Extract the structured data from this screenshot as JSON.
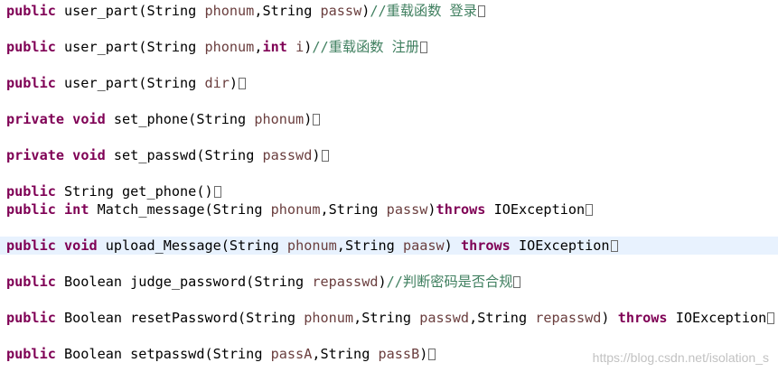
{
  "editor": {
    "lines": [
      {
        "tokens": [
          {
            "t": "kw",
            "v": "public"
          },
          {
            "t": "plain",
            "v": " user_part(String "
          },
          {
            "t": "param",
            "v": "phonum"
          },
          {
            "t": "plain",
            "v": ",String "
          },
          {
            "t": "param",
            "v": "passw"
          },
          {
            "t": "plain",
            "v": ")"
          },
          {
            "t": "cmt",
            "v": "//重载函数 登录"
          },
          {
            "t": "fold",
            "v": ""
          }
        ]
      },
      {
        "tokens": [
          {
            "t": "kw",
            "v": "public"
          },
          {
            "t": "plain",
            "v": " user_part(String "
          },
          {
            "t": "param",
            "v": "phonum"
          },
          {
            "t": "plain",
            "v": ","
          },
          {
            "t": "kw",
            "v": "int"
          },
          {
            "t": "plain",
            "v": " "
          },
          {
            "t": "param",
            "v": "i"
          },
          {
            "t": "plain",
            "v": ")"
          },
          {
            "t": "cmt",
            "v": "//重载函数 注册"
          },
          {
            "t": "fold",
            "v": ""
          }
        ]
      },
      {
        "tokens": [
          {
            "t": "kw",
            "v": "public"
          },
          {
            "t": "plain",
            "v": " user_part(String "
          },
          {
            "t": "param",
            "v": "dir"
          },
          {
            "t": "plain",
            "v": ")"
          },
          {
            "t": "fold",
            "v": ""
          }
        ]
      },
      {
        "tokens": [
          {
            "t": "kw",
            "v": "private"
          },
          {
            "t": "plain",
            "v": " "
          },
          {
            "t": "kw",
            "v": "void"
          },
          {
            "t": "plain",
            "v": " set_phone(String "
          },
          {
            "t": "param",
            "v": "phonum"
          },
          {
            "t": "plain",
            "v": ")"
          },
          {
            "t": "fold",
            "v": ""
          }
        ]
      },
      {
        "tokens": [
          {
            "t": "kw",
            "v": "private"
          },
          {
            "t": "plain",
            "v": " "
          },
          {
            "t": "kw",
            "v": "void"
          },
          {
            "t": "plain",
            "v": " set_passwd(String "
          },
          {
            "t": "param",
            "v": "passwd"
          },
          {
            "t": "plain",
            "v": ")"
          },
          {
            "t": "fold",
            "v": ""
          }
        ]
      },
      {
        "tokens": [
          {
            "t": "kw",
            "v": "public"
          },
          {
            "t": "plain",
            "v": " String get_phone()"
          },
          {
            "t": "fold",
            "v": ""
          }
        ]
      },
      {
        "tokens": [
          {
            "t": "kw",
            "v": "public"
          },
          {
            "t": "plain",
            "v": " "
          },
          {
            "t": "kw",
            "v": "int"
          },
          {
            "t": "plain",
            "v": " Match_message(String "
          },
          {
            "t": "param",
            "v": "phonum"
          },
          {
            "t": "plain",
            "v": ",String "
          },
          {
            "t": "param",
            "v": "passw"
          },
          {
            "t": "plain",
            "v": ")"
          },
          {
            "t": "kw",
            "v": "throws"
          },
          {
            "t": "plain",
            "v": " IOException"
          },
          {
            "t": "fold",
            "v": ""
          }
        ]
      },
      {
        "tokens": [
          {
            "t": "kw",
            "v": "public"
          },
          {
            "t": "plain",
            "v": " "
          },
          {
            "t": "kw",
            "v": "void"
          },
          {
            "t": "plain",
            "v": " upload_Message(String "
          },
          {
            "t": "param",
            "v": "phonum"
          },
          {
            "t": "plain",
            "v": ",String "
          },
          {
            "t": "param",
            "v": "paasw"
          },
          {
            "t": "plain",
            "v": ") "
          },
          {
            "t": "kw",
            "v": "throws"
          },
          {
            "t": "plain",
            "v": " IOException"
          },
          {
            "t": "fold",
            "v": ""
          }
        ]
      },
      {
        "tokens": [
          {
            "t": "kw",
            "v": "public"
          },
          {
            "t": "plain",
            "v": " Boolean judge_password(String "
          },
          {
            "t": "param",
            "v": "repasswd"
          },
          {
            "t": "plain",
            "v": ")"
          },
          {
            "t": "cmt",
            "v": "//判断密码是否合规"
          },
          {
            "t": "fold",
            "v": ""
          }
        ]
      },
      {
        "tokens": [
          {
            "t": "kw",
            "v": "public"
          },
          {
            "t": "plain",
            "v": " Boolean resetPassword(String "
          },
          {
            "t": "param",
            "v": "phonum"
          },
          {
            "t": "plain",
            "v": ",String "
          },
          {
            "t": "param",
            "v": "passwd"
          },
          {
            "t": "plain",
            "v": ",String "
          },
          {
            "t": "param",
            "v": "repasswd"
          },
          {
            "t": "plain",
            "v": ") "
          },
          {
            "t": "kw",
            "v": "throws"
          },
          {
            "t": "plain",
            "v": " IOException"
          },
          {
            "t": "fold",
            "v": ""
          }
        ]
      },
      {
        "tokens": [
          {
            "t": "kw",
            "v": "public"
          },
          {
            "t": "plain",
            "v": " Boolean setpasswd(String "
          },
          {
            "t": "param",
            "v": "passA"
          },
          {
            "t": "plain",
            "v": ",String "
          },
          {
            "t": "param",
            "v": "passB"
          },
          {
            "t": "plain",
            "v": ")"
          },
          {
            "t": "fold",
            "v": ""
          }
        ]
      }
    ],
    "highlighted_line_index": 7
  },
  "watermark": "https://blog.csdn.net/isolation_s",
  "colors": {
    "keyword": "#7f0055",
    "parameter": "#6a3e3e",
    "comment": "#3f7f5f",
    "current_line": "#e8f2fe",
    "watermark": "#c2c2c2"
  }
}
